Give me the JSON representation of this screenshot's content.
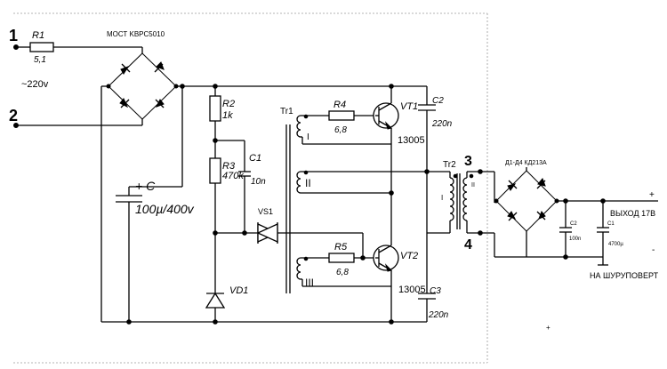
{
  "terminals": {
    "t1": "1",
    "t2": "2",
    "t3": "3",
    "t4": "4"
  },
  "r1": {
    "ref": "R1",
    "value": "5,1"
  },
  "mains": "~220v",
  "bridge_label": "МОСТ KBPC5010",
  "cap_c": {
    "ref": "+ C",
    "value": "100µ/400v"
  },
  "r2": {
    "ref": "R2",
    "value": "1k"
  },
  "r3": {
    "ref": "R3",
    "value": "470k"
  },
  "c1": {
    "ref": "C1",
    "value": "10n"
  },
  "vs1": "VS1",
  "vd1": "VD1",
  "tr1": "Tr1",
  "windings": {
    "w1": "I",
    "w2": "II",
    "w3": "III"
  },
  "r4": {
    "ref": "R4",
    "value": "6,8"
  },
  "r5": {
    "ref": "R5",
    "value": "6,8"
  },
  "vt1": {
    "ref": "VT1",
    "part": "13005"
  },
  "vt2": {
    "ref": "VT2",
    "part": "13005"
  },
  "c2": {
    "ref": "C2",
    "value": "220n"
  },
  "c3": {
    "ref": "C3",
    "value": "220n"
  },
  "tr2": {
    "ref": "Tr2",
    "primary": "I",
    "secondary": "II"
  },
  "out_bridge_label": "Д1-Д4 КД213А",
  "out_c2": {
    "ref": "C2",
    "value": "100n"
  },
  "out_c1": {
    "ref": "C1",
    "value": "4700µ"
  },
  "plus": "+",
  "minus": "-",
  "output": "ВЫХОД 17В",
  "drill": "НА ШУРУПОВЕРТ",
  "stray_plus": "+"
}
